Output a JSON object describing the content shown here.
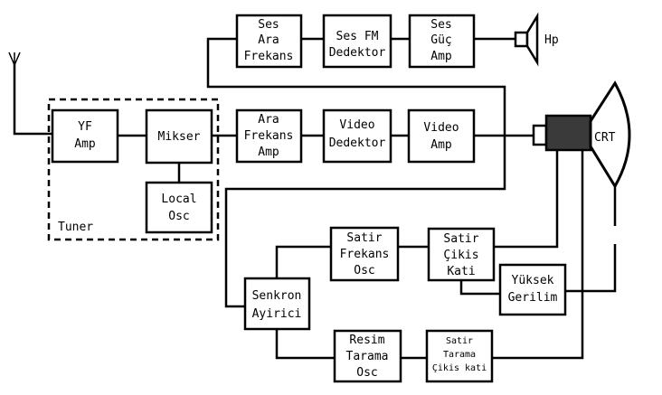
{
  "blocks": {
    "ses_ara_frekans": [
      "Ses",
      "Ara",
      "Frekans"
    ],
    "ses_fm_dedektor": [
      "Ses FM",
      "Dedektor"
    ],
    "ses_guc_amp": [
      "Ses",
      "Güç",
      "Amp"
    ],
    "yf_amp": [
      "YF",
      "Amp"
    ],
    "mikser": [
      "Mikser"
    ],
    "local_osc": [
      "Local",
      "Osc"
    ],
    "ara_frekans_amp": [
      "Ara",
      "Frekans",
      "Amp"
    ],
    "video_dedektor": [
      "Video",
      "Dedektor"
    ],
    "video_amp": [
      "Video",
      "Amp"
    ],
    "satir_frekans_osc": [
      "Satir",
      "Frekans",
      "Osc"
    ],
    "satir_cikis_kati": [
      "Satir",
      "Çikis",
      "Kati"
    ],
    "yuksek_gerilim": [
      "Yüksek",
      "Gerilim"
    ],
    "senkron_ayirici": [
      "Senkron",
      "Ayirici"
    ],
    "resim_tarama_osc": [
      "Resim",
      "Tarama",
      "Osc"
    ],
    "satir_tarama_cikis_kati": [
      "Satir",
      "Tarama",
      "Çikis kati"
    ]
  },
  "labels": {
    "tuner": "Tuner",
    "speaker": "Hp",
    "crt": "CRT"
  }
}
